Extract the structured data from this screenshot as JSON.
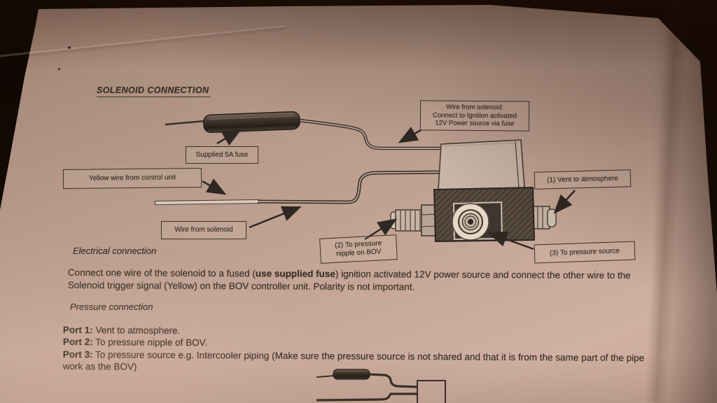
{
  "heading": "SOLENOID CONNECTION",
  "diagram_labels": {
    "solenoid_wire": {
      "l1": "Wire from solenoid:",
      "l2": "Connect to Ignition activated",
      "l3": "12V Power source via fuse"
    },
    "supplied_fuse": "Supplied 5A fuse",
    "yellow_wire": "Yellow wire from control unit",
    "wire_from_solenoid": "Wire from solenoid",
    "port2_callout": {
      "l1": "(2) To pressure",
      "l2": "nipple on BOV"
    },
    "port1_callout": "(1) Vent to atmosphere",
    "port3_callout": "(3) To pressure source"
  },
  "electrical": {
    "title": "Electrical connection",
    "text_before_bold": "Connect one wire of the solenoid to a fused (",
    "text_bold": "use supplied fuse",
    "text_after_bold": ") ignition activated 12V power source and connect the other wire to the Solenoid trigger signal (Yellow) on the BOV controller unit. Polarity is not important."
  },
  "pressure": {
    "title": "Pressure connection",
    "ports": [
      {
        "label": "Port 1:",
        "text": "Vent to atmosphere."
      },
      {
        "label": "Port 2:",
        "text": "To pressure nipple of BOV."
      },
      {
        "label": "Port 3:",
        "text": "To pressure source e.g. Intercooler piping (Make sure the pressure source is not shared and that it is from the same part of the pipe work as the BOV)"
      }
    ]
  },
  "colors": {
    "paper": "#c1a492",
    "ink": "#3b3027",
    "background": "#0b0502"
  }
}
